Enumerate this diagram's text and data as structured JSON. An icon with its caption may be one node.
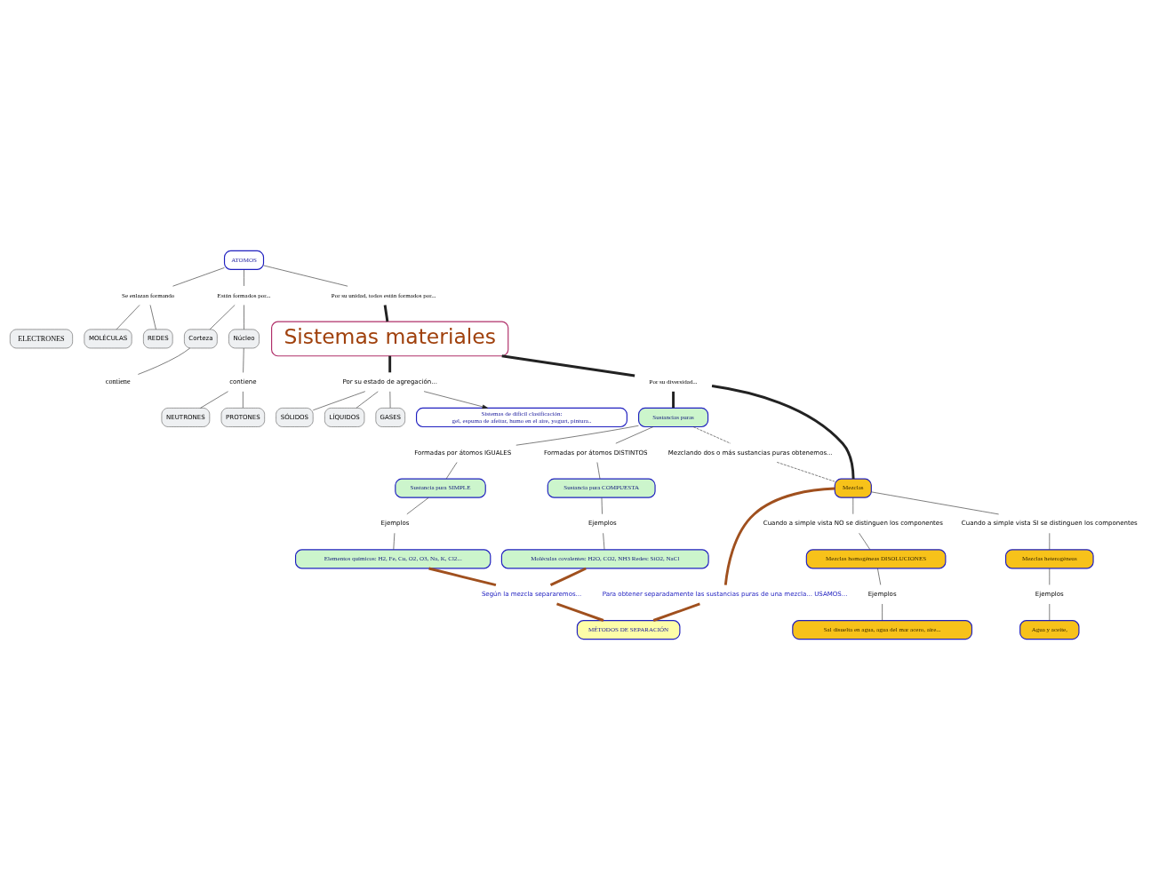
{
  "diagram": {
    "nodes": [
      {
        "text": [
          "MOLÉCULAS"
        ]
      },
      {
        "text": [
          "REDES"
        ]
      },
      {
        "text": [
          "Se enlazan formando"
        ]
      },
      {
        "text": [
          "ATOMOS"
        ]
      },
      {
        "text": [
          "Están formados por..."
        ]
      },
      {
        "text": [
          "Núcleo"
        ]
      },
      {
        "text": [
          "contiene"
        ]
      },
      {
        "text": [
          "NEUTRONES"
        ]
      },
      {
        "text": [
          "PROTONES"
        ]
      },
      {
        "text": [
          "Corteza"
        ]
      },
      {
        "text": [
          "contiene"
        ]
      },
      {
        "text": [
          "ELECTRONES"
        ]
      },
      {
        "text": [
          "Por su unidad, todos están formados por..."
        ]
      },
      {
        "text": [
          "Sistemas materiales"
        ]
      },
      {
        "text": [
          "Por su estado de agregación..."
        ]
      },
      {
        "text": [
          "SÓLIDOS"
        ]
      },
      {
        "text": [
          "LÍQUIDOS"
        ]
      },
      {
        "text": [
          "GASES"
        ]
      },
      {
        "text": [
          "Sistemas de difícil clasificación:",
          "gel, espuma de afeitar, humo en el aire, yogurt, pintura.."
        ]
      },
      {
        "text": [
          "Por su diversidad..."
        ]
      },
      {
        "text": [
          "Sustancias puras"
        ]
      },
      {
        "text": [
          "Mezclando dos o más sustancias puras obtenemos..."
        ]
      },
      {
        "text": [
          "Mezclas"
        ]
      },
      {
        "text": [
          "Formadas por átomos IGUALES"
        ]
      },
      {
        "text": [
          "Formadas por átomos DISTINTOS"
        ]
      },
      {
        "text": [
          "Cuando a simple vista NO se distinguen los componentes"
        ]
      },
      {
        "text": [
          "Cuando a simple vista SI se distinguen los componentes"
        ]
      },
      {
        "text": [
          "Para obtener separadamente las sustancias puras de una mezcla... USAMOS..."
        ]
      },
      {
        "text": [
          "Sustancia pura SIMPLE"
        ]
      },
      {
        "text": [
          "Sustancia pura COMPUESTA"
        ]
      },
      {
        "text": [
          "Mezclas homogéneas DISOLUCIONES"
        ]
      },
      {
        "text": [
          "Mezclas heterogéneas"
        ]
      },
      {
        "text": [
          "Ejemplos"
        ]
      },
      {
        "text": [
          "Ejemplos"
        ]
      },
      {
        "text": [
          "Ejemplos"
        ]
      },
      {
        "text": [
          "Ejemplos"
        ]
      },
      {
        "text": [
          "Elementos químicos: H2, Fe, Cu, O2, O3, Na, K, Cl2..."
        ]
      },
      {
        "text": [
          "Moléculas covalentes: H2O, CO2, NH3 Redes: SiO2, NaCl"
        ]
      },
      {
        "text": [
          "Sal disuelta en agua, agua del mar acero, aire..."
        ]
      },
      {
        "text": [
          "Agua y aceite,"
        ]
      },
      {
        "text": [
          "Según la mezcla separaremos..."
        ]
      },
      {
        "text": [
          "MÉTODOS DE SEPARACIÓN"
        ]
      }
    ],
    "edges": [
      {
        "from": 3,
        "to": 2,
        "arrow": "none"
      },
      {
        "from": 2,
        "to": 0,
        "arrow": "none"
      },
      {
        "from": 2,
        "to": 1,
        "arrow": "none"
      },
      {
        "from": 3,
        "to": 4,
        "arrow": "none"
      },
      {
        "from": 4,
        "to": 5,
        "arrow": "none"
      },
      {
        "from": 4,
        "to": 9,
        "arrow": "none"
      },
      {
        "from": 5,
        "to": 6,
        "arrow": "none"
      },
      {
        "from": 6,
        "to": 7,
        "arrow": "none"
      },
      {
        "from": 6,
        "to": 8,
        "arrow": "none"
      },
      {
        "from": 9,
        "to": 10,
        "arrow": "none"
      },
      {
        "from": 3,
        "to": 12,
        "arrow": "none"
      },
      {
        "from": 12,
        "to": 13,
        "arrow": "none",
        "style": "thick"
      },
      {
        "from": 13,
        "to": 14,
        "arrow": "none",
        "style": "thick"
      },
      {
        "from": 14,
        "to": 15,
        "arrow": "none"
      },
      {
        "from": 14,
        "to": 16,
        "arrow": "none"
      },
      {
        "from": 14,
        "to": 17,
        "arrow": "none"
      },
      {
        "from": 14,
        "to": 18,
        "arrow": "to"
      },
      {
        "from": 13,
        "to": 19,
        "arrow": "none",
        "style": "thick"
      },
      {
        "from": 19,
        "to": 20,
        "arrow": "none",
        "style": "thick"
      },
      {
        "from": 19,
        "to": 22,
        "arrow": "none",
        "style": "thick"
      },
      {
        "from": 20,
        "to": 21,
        "arrow": "none",
        "style": "dashed"
      },
      {
        "from": 21,
        "to": 22,
        "arrow": "none",
        "style": "dashed"
      },
      {
        "from": 20,
        "to": 23,
        "arrow": "none"
      },
      {
        "from": 20,
        "to": 24,
        "arrow": "none"
      },
      {
        "from": 23,
        "to": 28,
        "arrow": "none"
      },
      {
        "from": 24,
        "to": 29,
        "arrow": "none"
      },
      {
        "from": 28,
        "to": 32,
        "arrow": "none"
      },
      {
        "from": 32,
        "to": 36,
        "arrow": "none"
      },
      {
        "from": 29,
        "to": 33,
        "arrow": "none"
      },
      {
        "from": 33,
        "to": 37,
        "arrow": "none"
      },
      {
        "from": 22,
        "to": 25,
        "arrow": "none"
      },
      {
        "from": 22,
        "to": 26,
        "arrow": "none"
      },
      {
        "from": 25,
        "to": 30,
        "arrow": "none"
      },
      {
        "from": 26,
        "to": 31,
        "arrow": "none"
      },
      {
        "from": 30,
        "to": 34,
        "arrow": "none"
      },
      {
        "from": 34,
        "to": 38,
        "arrow": "none"
      },
      {
        "from": 31,
        "to": 35,
        "arrow": "none"
      },
      {
        "from": 35,
        "to": 39,
        "arrow": "none"
      },
      {
        "from": 22,
        "to": 27,
        "arrow": "none",
        "style": "thick",
        "color": "#a0501e"
      },
      {
        "from": 27,
        "to": 41,
        "arrow": "none",
        "style": "thick",
        "color": "#a0501e"
      },
      {
        "from": 36,
        "to": 40,
        "arrow": "none",
        "style": "thick",
        "color": "#a0501e"
      },
      {
        "from": 37,
        "to": 40,
        "arrow": "none",
        "style": "thick",
        "color": "#a0501e"
      },
      {
        "from": 40,
        "to": 41,
        "arrow": "none",
        "style": "thick",
        "color": "#a0501e"
      }
    ]
  }
}
